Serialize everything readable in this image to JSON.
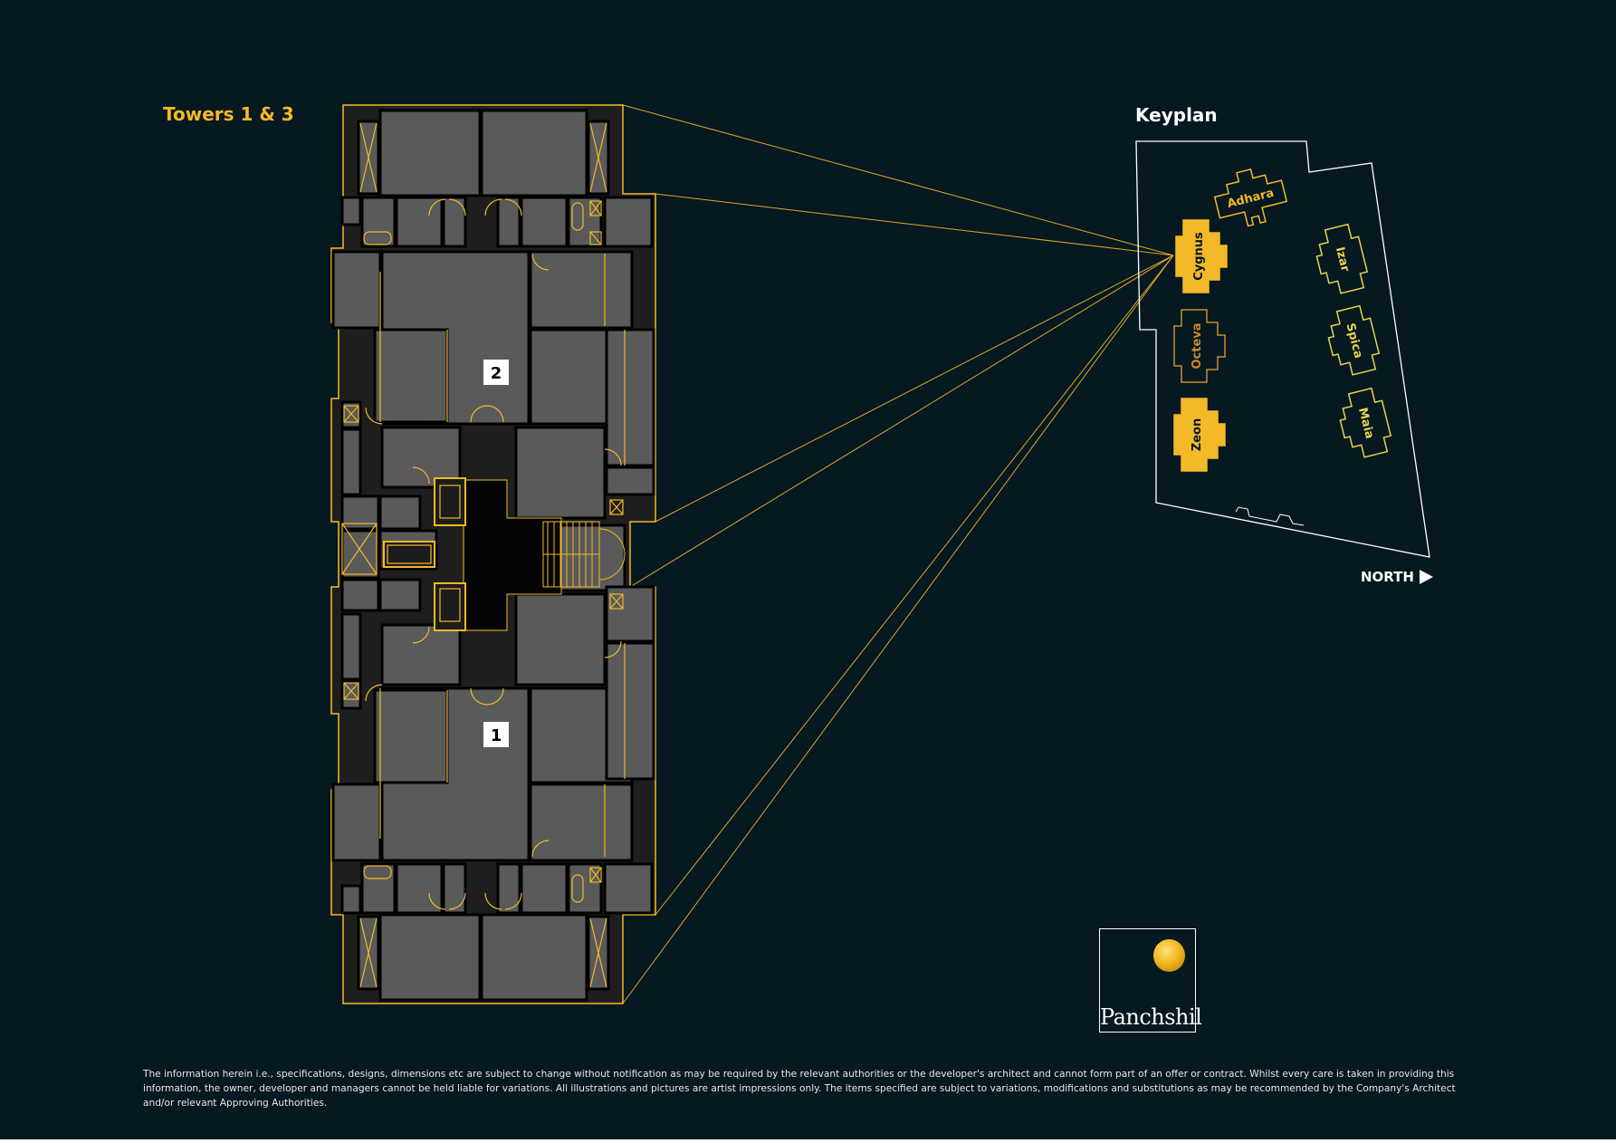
{
  "towers_title": "Towers 1 & 3",
  "keyplan": {
    "title": "Keyplan",
    "buildings": [
      "Adhara",
      "Cygnus",
      "Izar",
      "Octeva",
      "Spica",
      "Zeon",
      "Maia"
    ],
    "highlighted": [
      "Cygnus",
      "Zeon"
    ]
  },
  "north_label": "NORTH",
  "floorplan": {
    "unit_labels": [
      "2",
      "1"
    ]
  },
  "logo": {
    "name": "Panchshil"
  },
  "disclaimer": "The information herein i.e., specifications, designs, dimensions etc are subject to change without notification as may be required by the relevant authorities or the developer's architect and cannot form part of an offer or contract. Whilst every care is taken in providing this information, the owner, developer and managers cannot be held liable for variations. All illustrations and pictures are artist impressions only. The items specified are subject to variations, modifications and substitutions as may be recommended by the Company's Architect and/or relevant Approving Authorities.",
  "colors": {
    "background": "#061820",
    "accent": "#f4b928",
    "room_fill": "#5a5a5a",
    "wall": "#000000",
    "line": "#f4b928"
  }
}
